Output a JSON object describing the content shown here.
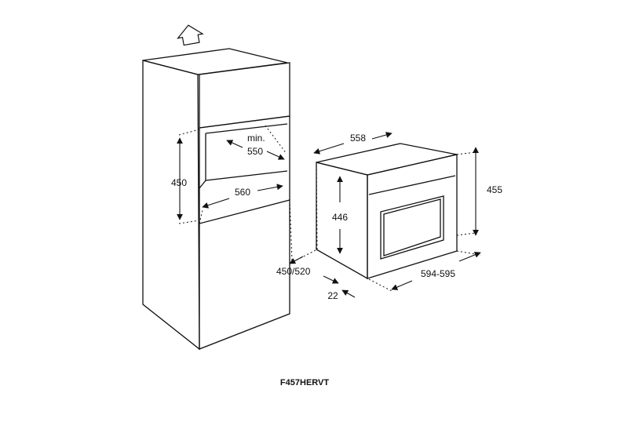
{
  "diagram": {
    "cabinet": {
      "niche_width": "560",
      "niche_min_label": "min.",
      "niche_min_height": "550",
      "niche_height": "450",
      "niche_depth": "450/520"
    },
    "oven": {
      "depth": "558",
      "height_front": "446",
      "height_total": "455",
      "width": "594-595",
      "panel_depth": "22"
    },
    "model": "F457HERVT"
  },
  "colors": {
    "line": "#111111",
    "background": "#ffffff"
  },
  "icons": {
    "ventilation": "up-arrow-icon"
  }
}
